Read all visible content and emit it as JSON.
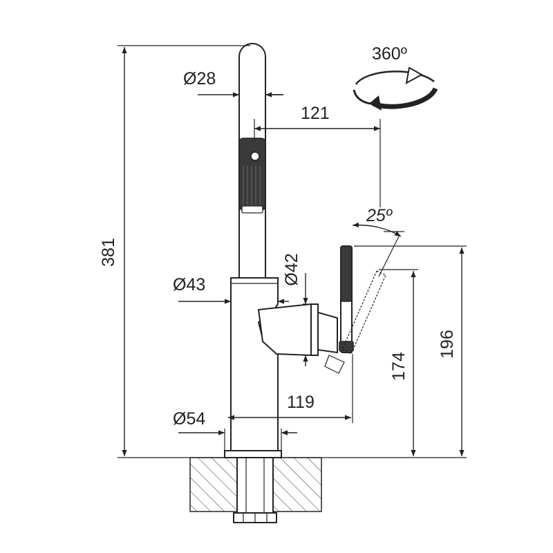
{
  "labels": {
    "rotation": "360º",
    "angle": "25º",
    "spout_diameter": "Ø28",
    "spout_reach": "121",
    "total_height": "381",
    "body_diameter": "Ø43",
    "lever_diameter": "Ø42",
    "base_diameter": "Ø54",
    "lever_reach": "119",
    "lever_height": "174",
    "lever_top_height": "196"
  },
  "colors": {
    "line": "#222222",
    "dark_part": "#3a3a3a",
    "background": "#ffffff"
  },
  "icons": {
    "rotation": "rotate-360-icon"
  }
}
